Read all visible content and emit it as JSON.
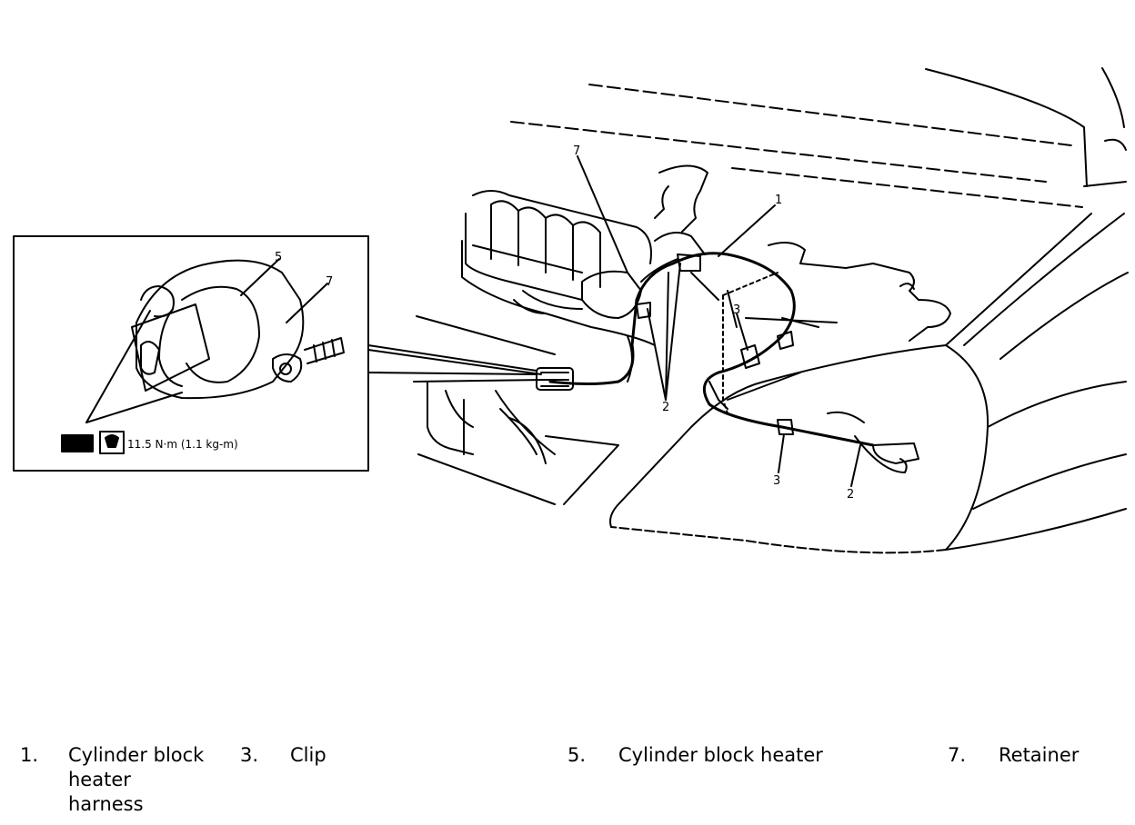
{
  "diagram": {
    "callouts": {
      "c1": "1",
      "c2a": "2",
      "c2b": "2",
      "c3": "3",
      "c5": "5",
      "c7": "7",
      "c7b": "7",
      "c3b": "3"
    },
    "torque_spec": "11.5 N·m (1.1 kg-m)"
  },
  "legend": [
    {
      "number": "1.",
      "label": "Cylinder block heater harness"
    },
    {
      "number": "3.",
      "label": "Clip"
    },
    {
      "number": "5.",
      "label": "Cylinder block heater"
    },
    {
      "number": "7.",
      "label": "Retainer"
    }
  ]
}
